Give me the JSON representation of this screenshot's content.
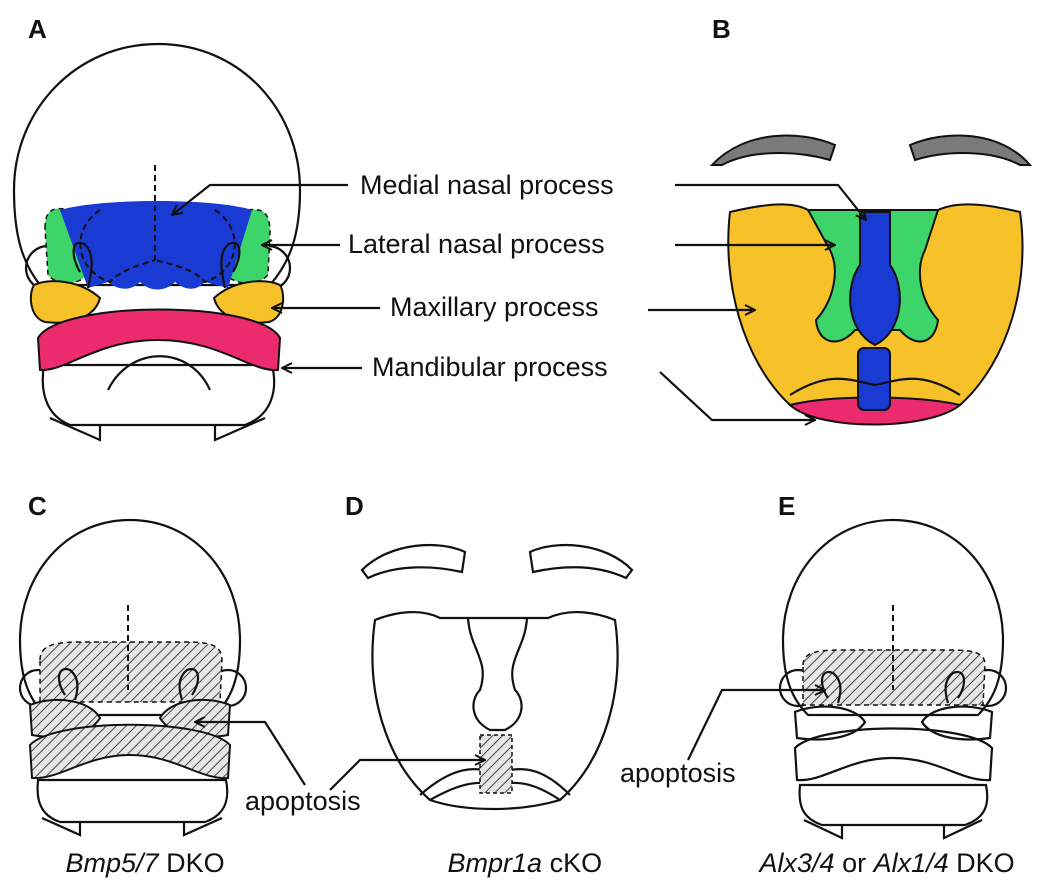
{
  "panels": {
    "a": {
      "letter": "A"
    },
    "b": {
      "letter": "B"
    },
    "c": {
      "letter": "C"
    },
    "d": {
      "letter": "D"
    },
    "e": {
      "letter": "E"
    }
  },
  "labels": {
    "medial": "Medial nasal process",
    "lateral": "Lateral nasal process",
    "maxillary": "Maxillary process",
    "mandibular": "Mandibular process",
    "apoptosis_c": "apoptosis",
    "apoptosis_e": "apoptosis"
  },
  "captions": {
    "c": [
      {
        "text": "Bmp5/7",
        "italic": true
      },
      {
        "text": " DKO",
        "italic": false
      }
    ],
    "d": [
      {
        "text": "Bmpr1a",
        "italic": true
      },
      {
        "text": " cKO",
        "italic": false
      }
    ],
    "e": [
      {
        "text": "Alx3/4",
        "italic": true
      },
      {
        "text": " or ",
        "italic": false
      },
      {
        "text": "Alx1/4",
        "italic": true
      },
      {
        "text": " DKO",
        "italic": false
      }
    ]
  },
  "colors": {
    "medial_nasal": "#1a3ad4",
    "lateral_nasal": "#3dd46a",
    "maxillary": "#f7c12a",
    "mandibular": "#ec2a6e",
    "eyebrow": "#7a7a7a",
    "outline": "#111111"
  }
}
